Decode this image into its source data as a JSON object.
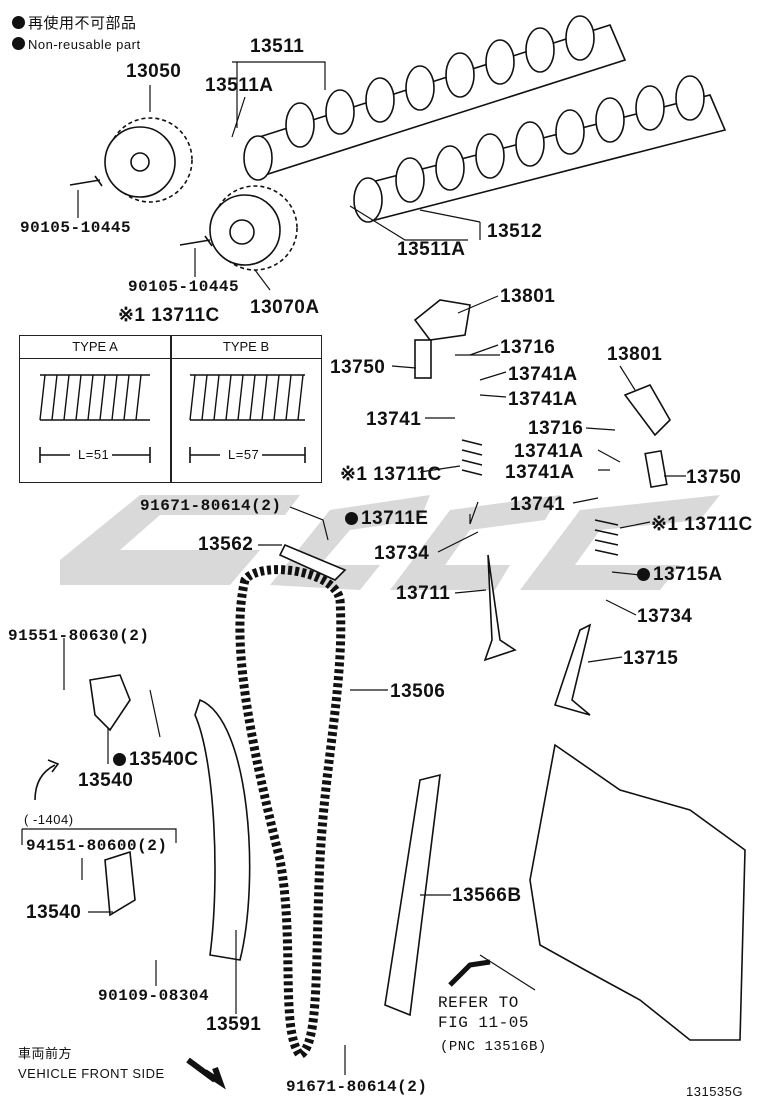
{
  "legend": {
    "non_reusable_jp": "再使用不可部品",
    "non_reusable_en": "Non-reusable part"
  },
  "spring_table": {
    "title": "※1 13711C",
    "type_a": "TYPE A",
    "type_b": "TYPE B",
    "len_a": "L=51",
    "len_b": "L=57"
  },
  "labels": {
    "l13511": "13511",
    "l13511a_top": "13511A",
    "l13050": "13050",
    "l90105_1": "90105-10445",
    "l90105_2": "90105-10445",
    "l13070a": "13070A",
    "l13511a_bot": "13511A",
    "l13512": "13512",
    "l13801_1": "13801",
    "l13716_1": "13716",
    "l13750_1": "13750",
    "l13741a_1": "13741A",
    "l13741a_2": "13741A",
    "l13741_1": "13741",
    "l13711c_1": "※1 13711C",
    "l13801_2": "13801",
    "l13716_2": "13716",
    "l13741a_3": "13741A",
    "l13741a_4": "13741A",
    "l13750_2": "13750",
    "l91671_1": "91671-80614(2)",
    "l13711e": "13711E",
    "l13741_2": "13741",
    "l13711c_2": "※1 13711C",
    "l13562": "13562",
    "l13734_1": "13734",
    "l13715a": "13715A",
    "l13711": "13711",
    "l13734_2": "13734",
    "l13715": "13715",
    "l91551": "91551-80630(2)",
    "l13506": "13506",
    "l13540c": "13540C",
    "l13540_1": "13540",
    "l_range": "(      -1404)",
    "l94151": "94151-80600(2)",
    "l13540_2": "13540",
    "l13566b": "13566B",
    "l90109": "90109-08304",
    "l13591": "13591",
    "l91671_2": "91671-80614(2)",
    "refer_1": "REFER TO",
    "refer_2": "FIG 11-05",
    "refer_3": "(PNC 13516B)",
    "front_jp": "車両前方",
    "front_en": "VEHICLE FRONT SIDE",
    "code": "131535G"
  }
}
